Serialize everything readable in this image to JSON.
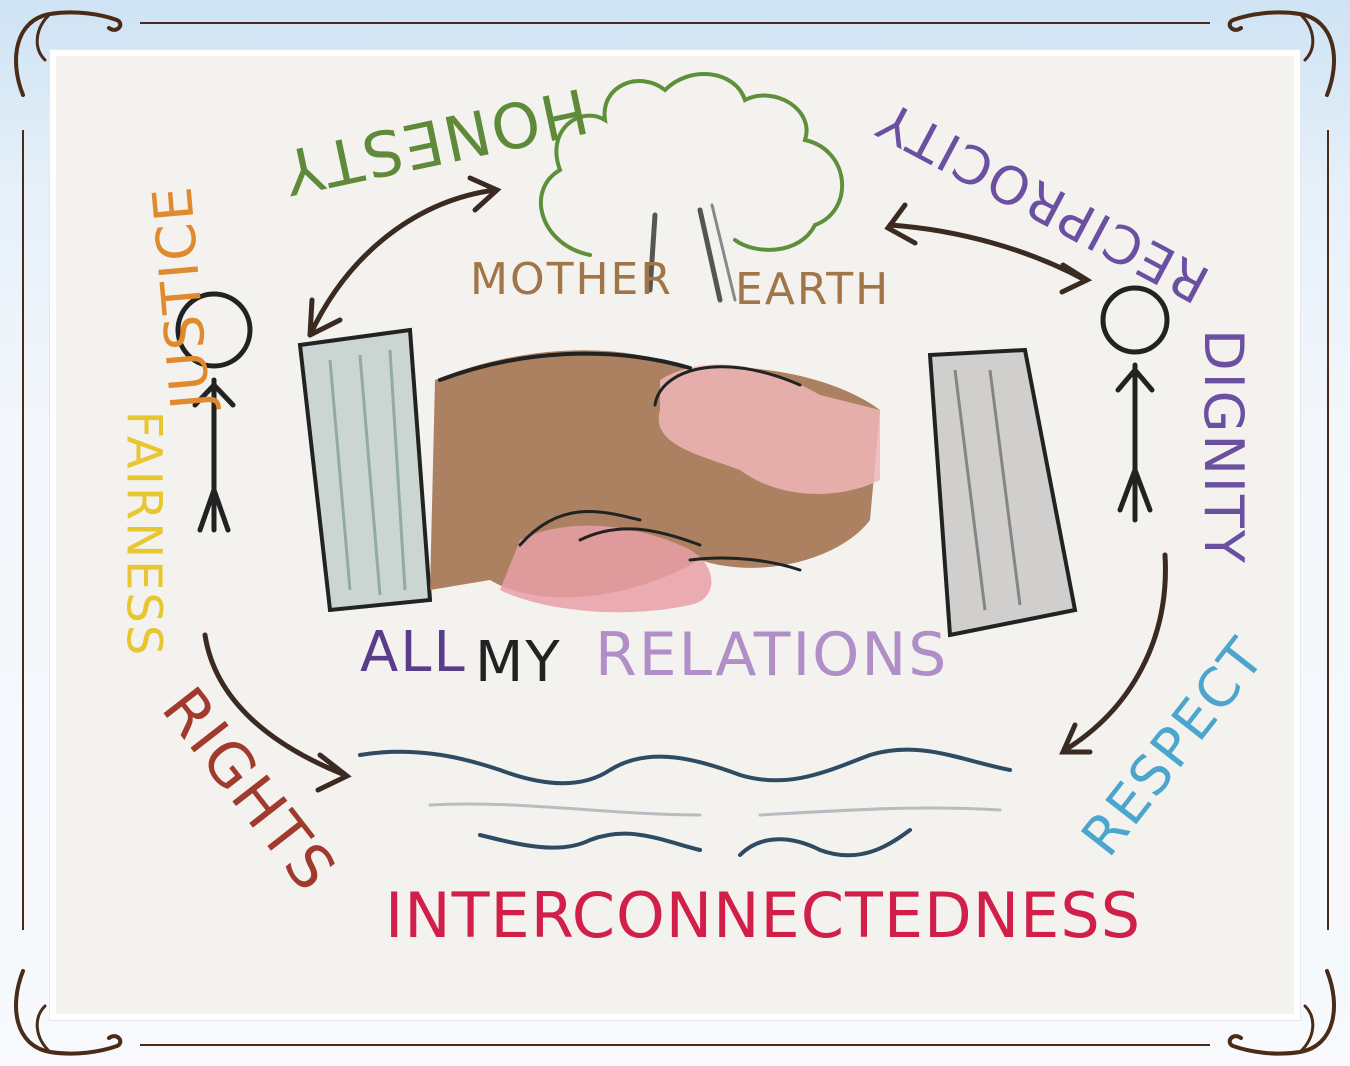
{
  "colors": {
    "frame": "#4a2b17",
    "card": "#f4f2ee",
    "honesty": "#5f8a3a",
    "justice": "#e08a2e",
    "fairness": "#e7c62f",
    "rights": "#a03a2c",
    "reciprocity": "#6b4fa0",
    "dignity": "#6b4fa0",
    "respect": "#4aa6cc",
    "interconnectedness": "#d11f4a",
    "mother_earth": "#a07548",
    "all_my": "#5a3d8a",
    "relations": "#b08ec8",
    "tree": "#5e8f3a",
    "water": "#2f4a63"
  },
  "words": {
    "honesty": "HONESTY",
    "justice": "JUSTICE",
    "fairness": "FAIRNESS",
    "rights": "RIGHTS",
    "reciprocity": "RECIPROCITY",
    "dignity": "DIGNITY",
    "respect": "RESPECT",
    "mother": "MOTHER",
    "earth": "EARTH",
    "all": "ALL",
    "my": "MY",
    "relations": "RELATIONS",
    "interconnectedness": "INTERCONNECTEDNESS"
  },
  "icons": [
    "tree-icon",
    "handshake-icon",
    "person-icon",
    "water-waves-icon",
    "curved-arrow-icon",
    "corner-flourish-icon"
  ]
}
